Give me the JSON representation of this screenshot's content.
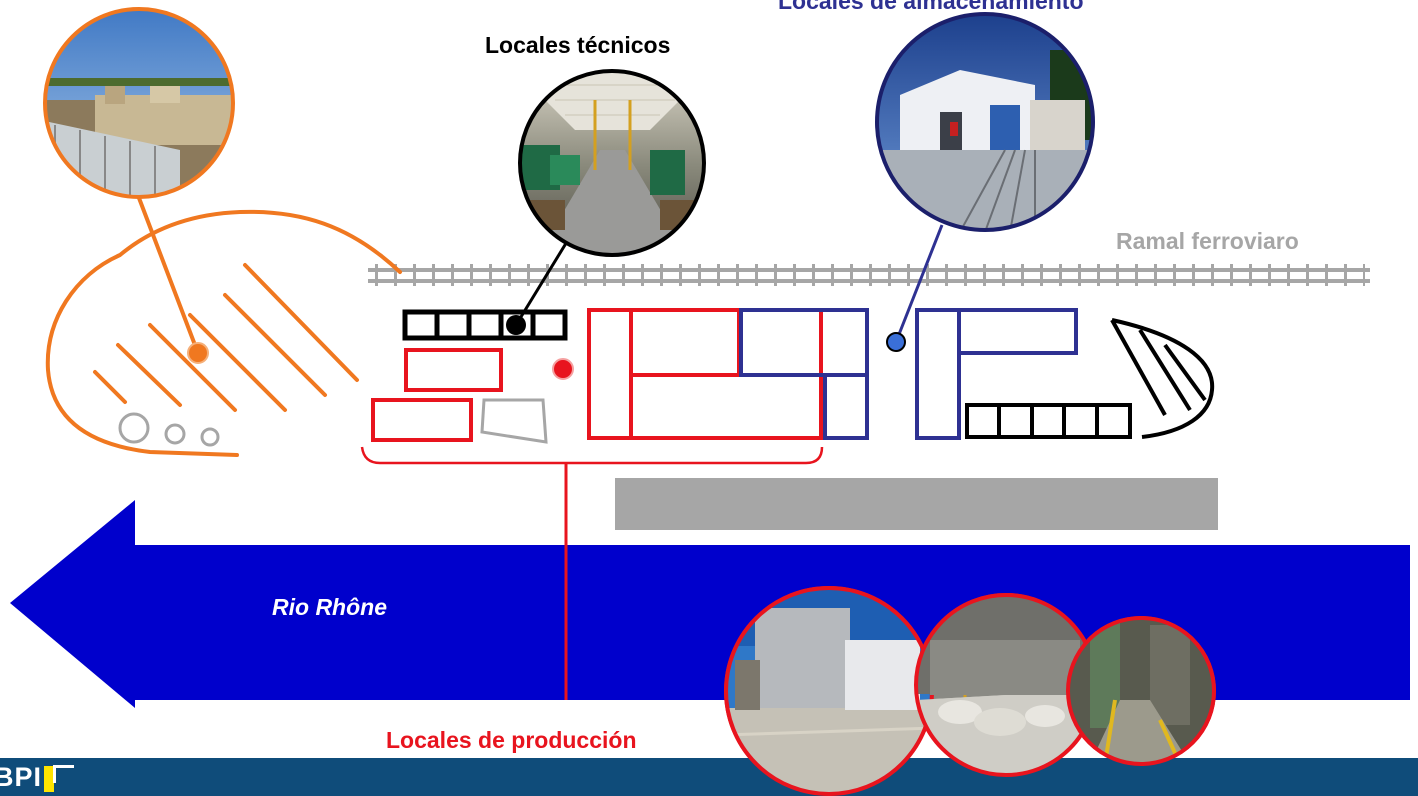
{
  "labels": {
    "storage_title": "Locales de almacenamiento",
    "technical_title": "Locales técnicos",
    "railway": "Ramal ferroviaro",
    "river": "Rio Rhône",
    "production_title": "Locales de producción"
  },
  "footer": {
    "logo_text": "BPI"
  },
  "colors": {
    "yard": "#f07820",
    "technical": "#000000",
    "production": "#e8141e",
    "storage": "#2e3192",
    "railway": "#a6a6a6",
    "river": "#0000cc",
    "footer": "#0f4c7a",
    "logo_accent": "#ffe400"
  }
}
